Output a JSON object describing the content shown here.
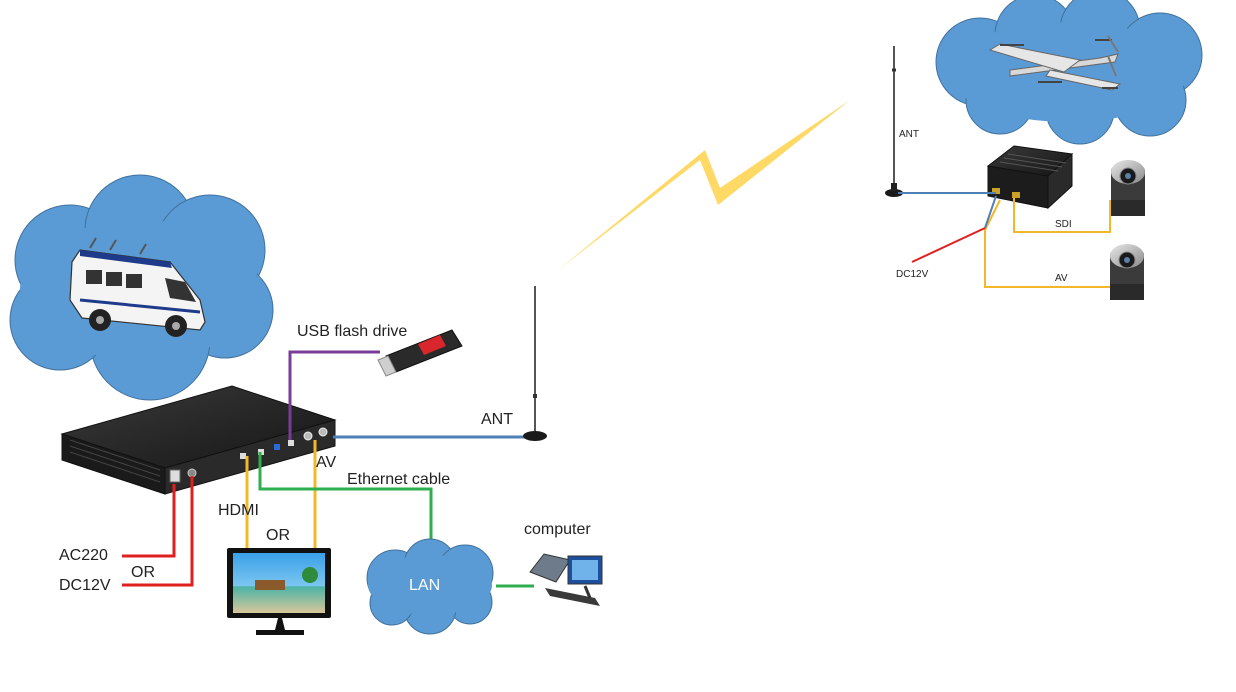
{
  "labels": {
    "usb_flash_drive": "USB flash drive",
    "ant_ground": "ANT",
    "av_ground": "AV",
    "ethernet_cable": "Ethernet cable",
    "hdmi": "HDMI",
    "or_display": "OR",
    "computer": "computer",
    "lan": "LAN",
    "ac220": "AC220",
    "or_power": "OR",
    "dc12v_ground": "DC12V",
    "ant_air": "ANT",
    "sdi": "SDI",
    "av_air": "AV",
    "dc12v_air": "DC12V"
  },
  "colors": {
    "power_cable": "#e0201e",
    "video_cable": "#f2b82a",
    "ethernet_cable": "#2fae4f",
    "usb_cable": "#7a3c99",
    "antenna_cable": "#4f7fb7",
    "cloud_fill": "#5b9bd5",
    "wireless_link": "#ffd966"
  }
}
